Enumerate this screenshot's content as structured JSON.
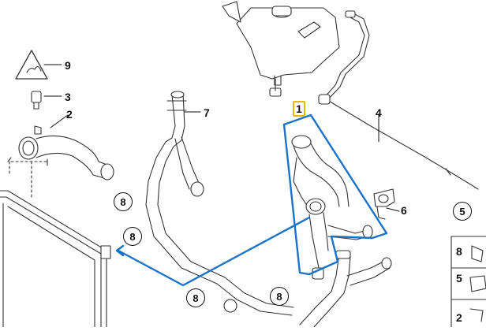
{
  "callouts": {
    "c1": "1",
    "c2": "2",
    "c3": "3",
    "c4": "4",
    "c5": "5",
    "c6": "6",
    "c7": "7",
    "c8": "8",
    "c9": "9"
  },
  "side_panel": {
    "row1": "8",
    "row2": "5",
    "row3": "2"
  },
  "colors": {
    "highlight_outline": "#1a73c8",
    "selected_label_border": "#e8b800",
    "ink": "#111111",
    "hose_outline": "#222222"
  }
}
